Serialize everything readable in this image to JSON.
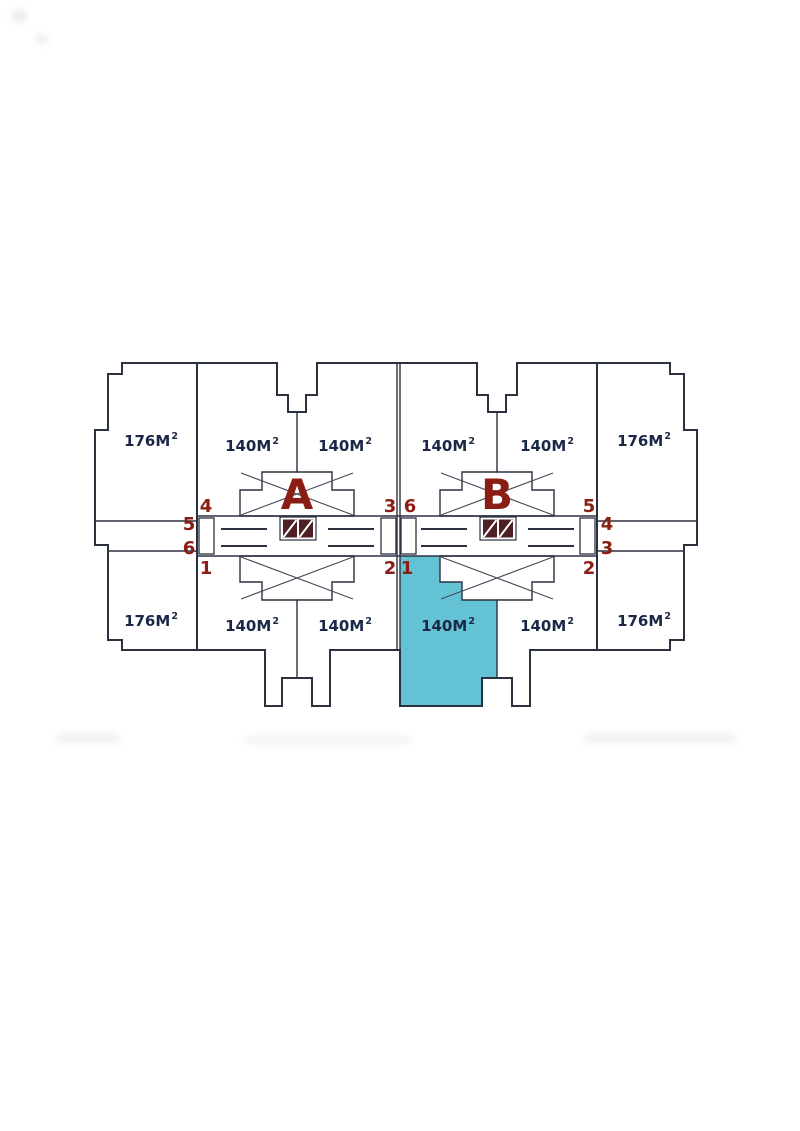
{
  "page": {
    "background": "#ffffff"
  },
  "colors": {
    "highlight": "#64c2d5",
    "accent_red": "#8a1e14",
    "ink": "#1b2747",
    "elevator_fill": "#4f2127"
  },
  "plan": {
    "towers": [
      {
        "core_label": "A",
        "doors": [
          "4",
          "5",
          "6",
          "1",
          "3",
          "2"
        ]
      },
      {
        "core_label": "B",
        "doors": [
          "6",
          "1",
          "5",
          "4",
          "3",
          "2"
        ]
      }
    ],
    "units": [
      {
        "id": "top-1",
        "area": "176M",
        "sup": "2",
        "highlighted": false
      },
      {
        "id": "top-2",
        "area": "140M",
        "sup": "2",
        "highlighted": false
      },
      {
        "id": "top-3",
        "area": "140M",
        "sup": "2",
        "highlighted": false
      },
      {
        "id": "top-4",
        "area": "140M",
        "sup": "2",
        "highlighted": false
      },
      {
        "id": "top-5",
        "area": "140M",
        "sup": "2",
        "highlighted": false
      },
      {
        "id": "top-6",
        "area": "176M",
        "sup": "2",
        "highlighted": false
      },
      {
        "id": "bottom-1",
        "area": "176M",
        "sup": "2",
        "highlighted": false
      },
      {
        "id": "bottom-2",
        "area": "140M",
        "sup": "2",
        "highlighted": false
      },
      {
        "id": "bottom-3",
        "area": "140M",
        "sup": "2",
        "highlighted": false
      },
      {
        "id": "bottom-4",
        "area": "140M",
        "sup": "2",
        "highlighted": true
      },
      {
        "id": "bottom-5",
        "area": "140M",
        "sup": "2",
        "highlighted": false
      },
      {
        "id": "bottom-6",
        "area": "176M",
        "sup": "2",
        "highlighted": false
      }
    ]
  }
}
